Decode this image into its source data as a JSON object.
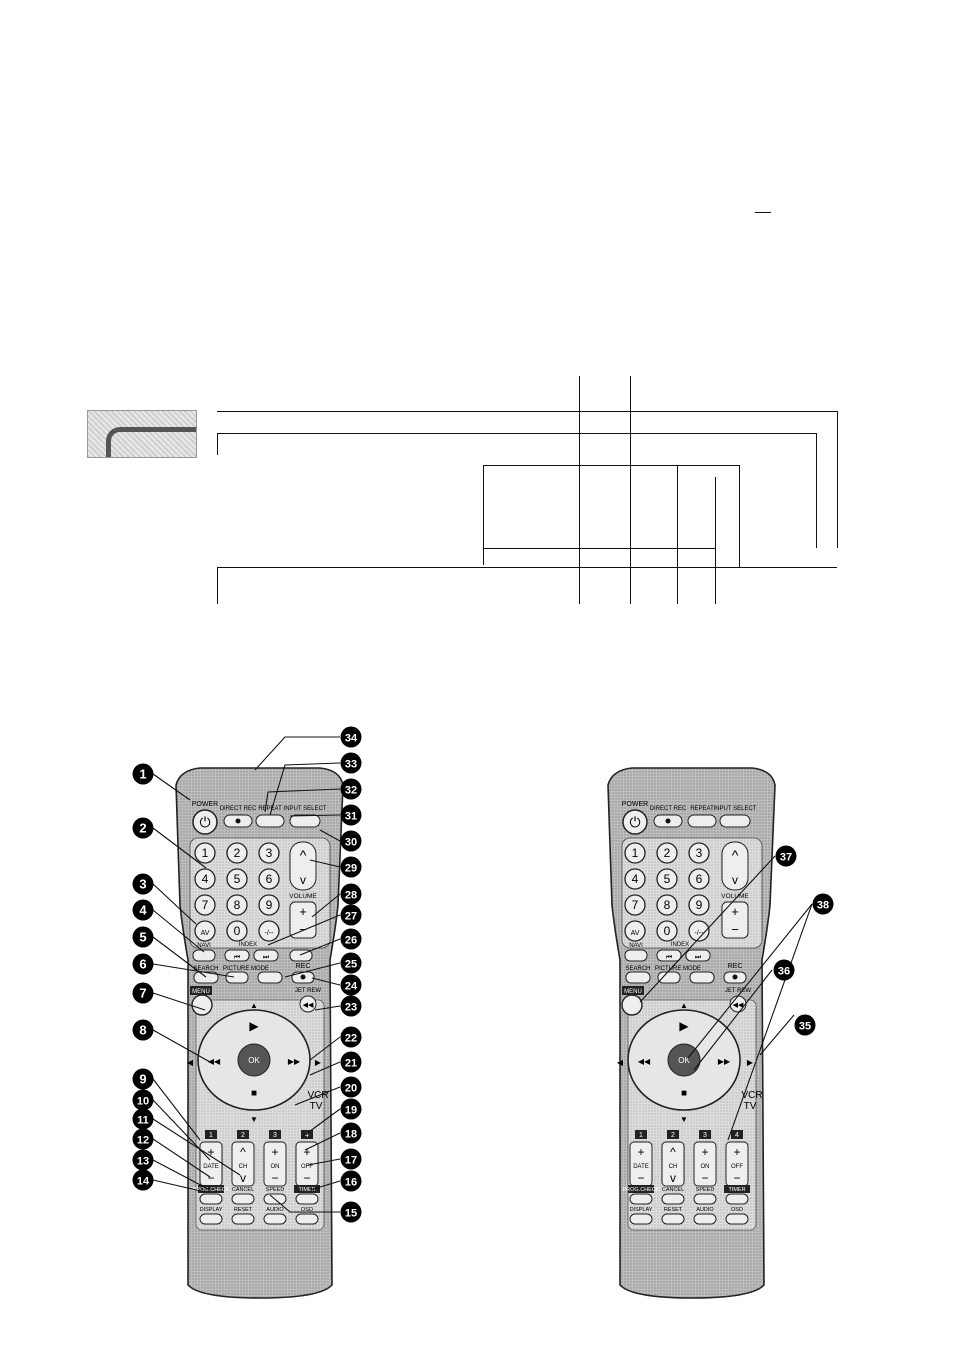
{
  "remote": {
    "top_buttons": {
      "power": "POWER",
      "direct_rec": "DIRECT REC",
      "repeat": "REPEAT",
      "input_select": "INPUT SELECT"
    },
    "numpad": [
      "1",
      "2",
      "3",
      "4",
      "5",
      "6",
      "7",
      "8",
      "9",
      "AV",
      "0",
      "-/--"
    ],
    "volume": "VOLUME",
    "navi": "NAVI",
    "index": "INDEX",
    "search": "SEARCH",
    "picture_mode": "PICTURE MODE",
    "rec": "REC",
    "menu": "MENU",
    "jet_rew": "JET REW",
    "ok": "OK",
    "vcr": "VCR",
    "tv": "TV",
    "slot_numbers": [
      "1",
      "2",
      "3",
      "4"
    ],
    "ch": "CH",
    "date": "DATE",
    "on": "ON",
    "off": "OFF",
    "prog_check": "PROG.CHECK",
    "cancel": "CANCEL",
    "speed": "SPEED",
    "timer": "TIMER",
    "display": "DISPLAY",
    "reset": "RESET",
    "audio": "AUDIO",
    "osd": "OSD"
  },
  "callouts_left": [
    "1",
    "2",
    "3",
    "4",
    "5",
    "6",
    "7",
    "8",
    "9",
    "10",
    "11",
    "12",
    "13",
    "14"
  ],
  "callouts_bottom": [
    "15"
  ],
  "callouts_right": [
    "16",
    "17",
    "18",
    "19",
    "20",
    "21",
    "22",
    "23",
    "24",
    "25",
    "26",
    "27",
    "28",
    "29",
    "30",
    "31",
    "32",
    "33",
    "34"
  ],
  "callouts_right_remote": [
    "35",
    "36",
    "37",
    "38"
  ]
}
